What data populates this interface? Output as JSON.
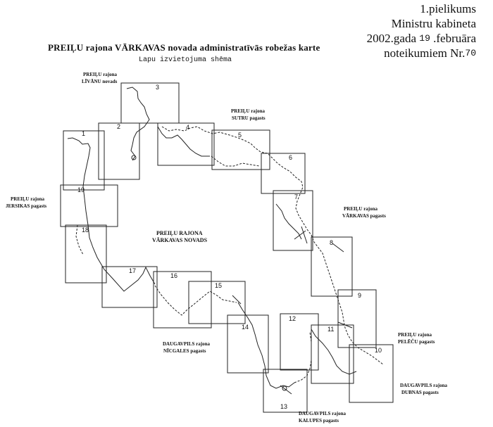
{
  "annex": {
    "line1": "1.pielikums",
    "line2": "Ministru kabineta",
    "line3_prefix": "2002.gada",
    "day": "19",
    "line3_suffix": ".februāra",
    "line4_prefix": "noteikumiem Nr.",
    "number": "70"
  },
  "title": "PREIĻU rajona VĀRKAVAS novada administratīvās robežas karte",
  "subtitle": "Lapu izvietojuma shēma",
  "center_label": {
    "line1": "PREIĻU RAJONA",
    "line2": "VĀRKAVAS NOVADS"
  },
  "neighbors": [
    {
      "id": "livanu",
      "line1": "PREIĻU rajona",
      "line2": "LĪVĀNU novads"
    },
    {
      "id": "sutru",
      "line1": "PREIĻU rajona",
      "line2": "SUTRU pagasts"
    },
    {
      "id": "jersikas",
      "line1": "PREIĻU rajona",
      "line2": "JERSIKAS pagasts"
    },
    {
      "id": "varkavas",
      "line1": "PREIĻU rajona",
      "line2": "VĀRKAVAS pagasts"
    },
    {
      "id": "pelecu",
      "line1": "PREIĻU rajona",
      "line2": "PELĒČU pagasts"
    },
    {
      "id": "niccales",
      "line1": "DAUGAVPILS rajona",
      "line2": "NĪCGALES pagasts"
    },
    {
      "id": "dubnas",
      "line1": "DAUGAVPILS rajona",
      "line2": "DUBNAS pagasts"
    },
    {
      "id": "kalupes",
      "line1": "DAUGAVPILS rajona",
      "line2": "KALUPES pagasts"
    }
  ],
  "sheets": [
    "1",
    "2",
    "3",
    "4",
    "5",
    "6",
    "7",
    "8",
    "9",
    "10",
    "11",
    "12",
    "13",
    "14",
    "15",
    "16",
    "17",
    "18",
    "19"
  ]
}
